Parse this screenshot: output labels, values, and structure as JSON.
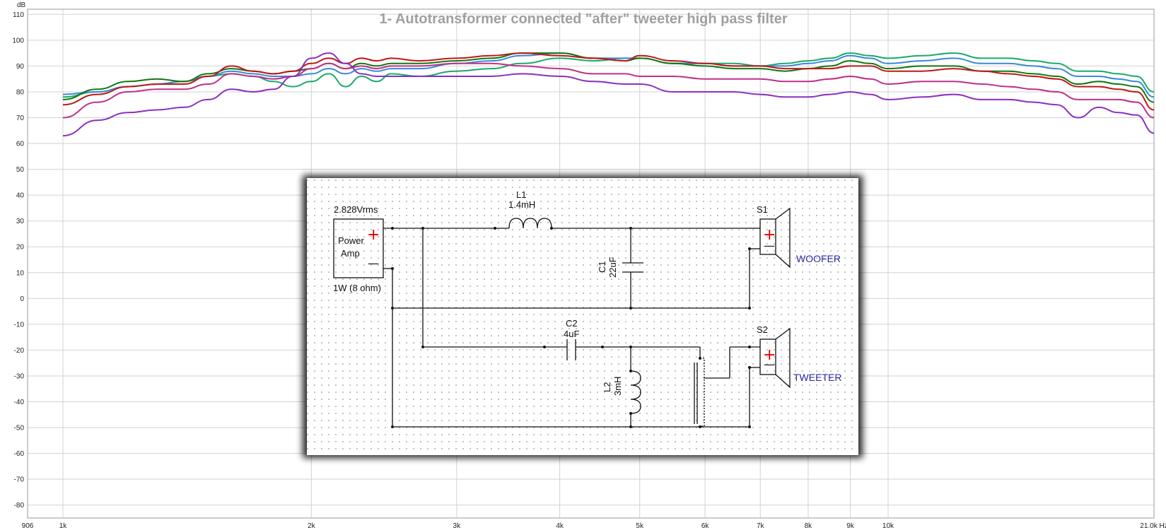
{
  "chart_data": {
    "type": "line",
    "title": "1- Autotransformer connected \"after\" tweeter high pass filter",
    "xlabel": "",
    "ylabel": "",
    "y_unit_label": "dB",
    "x_unit_label": "Hz",
    "x_scale": "log",
    "xlim": [
      906,
      21000
    ],
    "ylim": [
      -85,
      112
    ],
    "grid": true,
    "y_ticks": [
      110,
      100,
      90,
      80,
      70,
      60,
      50,
      40,
      30,
      20,
      10,
      0,
      -10,
      -20,
      -30,
      -40,
      -50,
      -60,
      -70,
      -80
    ],
    "x_ticks": [
      {
        "value": 906,
        "label": "906"
      },
      {
        "value": 1000,
        "label": "1k"
      },
      {
        "value": 2000,
        "label": "2k"
      },
      {
        "value": 3000,
        "label": "3k"
      },
      {
        "value": 4000,
        "label": "4k"
      },
      {
        "value": 5000,
        "label": "5k"
      },
      {
        "value": 6000,
        "label": "6k"
      },
      {
        "value": 7000,
        "label": "7k"
      },
      {
        "value": 8000,
        "label": "8k"
      },
      {
        "value": 9000,
        "label": "9k"
      },
      {
        "value": 10000,
        "label": "10k"
      },
      {
        "value": 21000,
        "label": "21.0k Hz"
      }
    ],
    "x": [
      1000,
      1100,
      1200,
      1300,
      1400,
      1500,
      1600,
      1700,
      1800,
      1900,
      2000,
      2100,
      2200,
      2300,
      2400,
      2500,
      2700,
      3000,
      3300,
      3600,
      4000,
      4400,
      4800,
      5000,
      5500,
      6000,
      6500,
      7000,
      7500,
      8000,
      8500,
      9000,
      9500,
      10000,
      11000,
      12000,
      13000,
      14000,
      15000,
      16000,
      17000,
      18000,
      19000,
      20000,
      21000
    ],
    "series": [
      {
        "color": "#1aaa6a",
        "values": [
          78,
          80,
          82,
          83,
          84,
          86,
          87,
          86,
          84,
          82,
          84,
          87,
          82,
          86,
          84,
          87,
          86,
          88,
          89,
          91,
          93,
          92,
          93,
          93,
          91,
          91,
          91,
          90,
          91,
          92,
          93,
          95,
          94,
          93,
          94,
          95,
          93,
          93,
          92,
          91,
          88,
          88,
          87,
          86,
          80
        ]
      },
      {
        "color": "#3a8ad8",
        "values": [
          79,
          80,
          82,
          83,
          84,
          86,
          88,
          87,
          86,
          86,
          87,
          89,
          87,
          89,
          88,
          89,
          89,
          91,
          92,
          94,
          95,
          93,
          93,
          93,
          91,
          91,
          90,
          90,
          90,
          91,
          92,
          94,
          93,
          91,
          92,
          93,
          91,
          91,
          90,
          89,
          86,
          86,
          85,
          84,
          78
        ]
      },
      {
        "color": "#127812",
        "values": [
          77,
          81,
          84,
          85,
          84,
          87,
          89,
          88,
          87,
          88,
          89,
          91,
          89,
          91,
          90,
          91,
          91,
          92,
          93,
          95,
          95,
          93,
          92,
          93,
          91,
          90,
          89,
          89,
          88,
          89,
          90,
          92,
          91,
          89,
          90,
          90,
          88,
          88,
          87,
          86,
          83,
          84,
          83,
          82,
          76
        ]
      },
      {
        "color": "#c01818",
        "values": [
          75,
          79,
          82,
          83,
          83,
          86,
          90,
          88,
          87,
          88,
          91,
          93,
          91,
          93,
          92,
          93,
          92,
          93,
          94,
          95,
          94,
          93,
          92,
          94,
          92,
          91,
          90,
          90,
          89,
          89,
          89,
          90,
          90,
          88,
          88,
          89,
          88,
          87,
          86,
          85,
          82,
          82,
          81,
          80,
          73
        ]
      },
      {
        "color": "#c03088",
        "values": [
          70,
          76,
          80,
          81,
          81,
          83,
          87,
          86,
          85,
          86,
          89,
          91,
          89,
          90,
          89,
          90,
          90,
          91,
          91,
          90,
          89,
          87,
          87,
          86,
          86,
          85,
          85,
          85,
          84,
          84,
          85,
          86,
          85,
          83,
          84,
          84,
          83,
          82,
          81,
          80,
          77,
          77,
          77,
          76,
          70
        ]
      },
      {
        "color": "#8a30c0",
        "values": [
          63,
          69,
          72,
          73,
          74,
          77,
          81,
          80,
          81,
          86,
          93,
          95,
          91,
          87,
          86,
          86,
          86,
          86,
          86,
          87,
          86,
          84,
          83,
          83,
          80,
          80,
          80,
          79,
          78,
          78,
          79,
          80,
          79,
          77,
          78,
          79,
          77,
          77,
          76,
          75,
          70,
          74,
          72,
          71,
          64
        ]
      }
    ]
  },
  "schematic": {
    "labels": {
      "source_voltage": "2.828Vrms",
      "amp_line1": "Power",
      "amp_line2": "Amp",
      "amp_power": "1W (8 ohm)",
      "plus": "+",
      "minus": "—",
      "l1_name": "L1",
      "l1_value": "1.4mH",
      "c1_name": "C1",
      "c1_value": "22uF",
      "c2_name": "C2",
      "c2_value": "4uF",
      "l2_name": "L2",
      "l2_value": "3mH",
      "s1_name": "S1",
      "s2_name": "S2",
      "woofer": "WOOFER",
      "tweeter": "TWEETER"
    }
  }
}
